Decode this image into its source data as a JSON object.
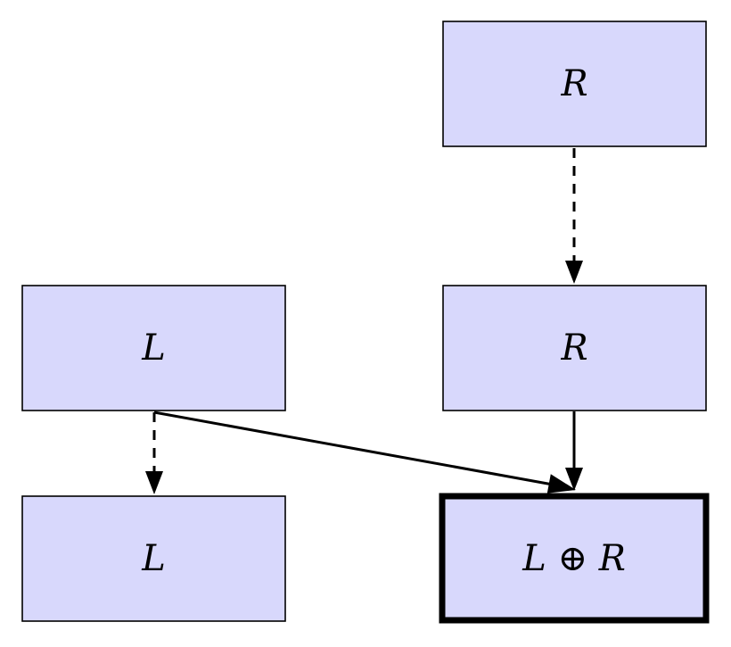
{
  "nodes": {
    "r_top": {
      "label": "R"
    },
    "r_mid": {
      "label": "R"
    },
    "l_mid": {
      "label": "L"
    },
    "l_bottom": {
      "label": "L"
    },
    "result": {
      "label": "L ⊕ R"
    }
  },
  "colors": {
    "node_fill": "#d8d8fc",
    "stroke": "#000000",
    "background": "#ffffff"
  },
  "edges": [
    {
      "from": "r_top",
      "to": "r_mid",
      "style": "dashed"
    },
    {
      "from": "l_mid",
      "to": "l_bottom",
      "style": "dashed"
    },
    {
      "from": "r_mid",
      "to": "result",
      "style": "solid"
    },
    {
      "from": "l_mid",
      "to": "result",
      "style": "solid"
    }
  ]
}
